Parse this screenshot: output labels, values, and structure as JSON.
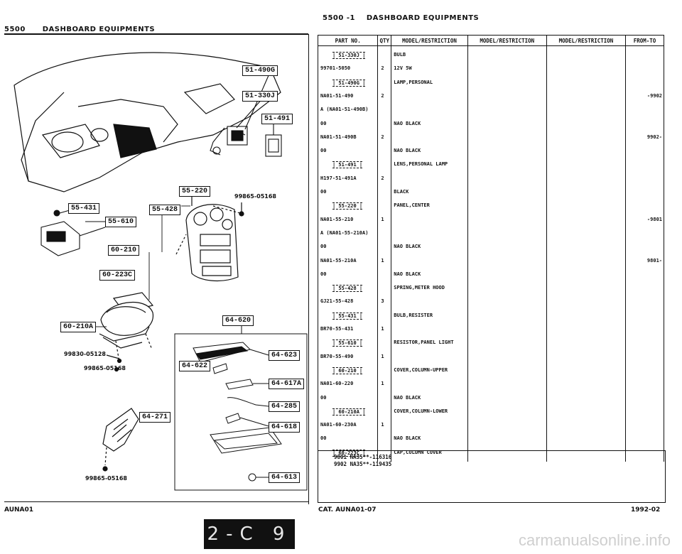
{
  "top_left_heading": {
    "code": "5500",
    "title": "DASHBOARD EQUIPMENTS"
  },
  "top_right_heading": {
    "code": "5500 -1",
    "title": "DASHBOARD EQUIPMENTS"
  },
  "table": {
    "headers": [
      "PART NO.",
      "QTY",
      "MODEL/RESTRICTION",
      "MODEL/RESTRICTION",
      "MODEL/RESTRICTION",
      "FROM-TO"
    ],
    "rows": [
      {
        "part": "| 51-330J |",
        "boxed": true,
        "qty": "",
        "desc": "BULB",
        "from_to": ""
      },
      {
        "part": "99701-5050",
        "boxed": false,
        "qty": "2",
        "desc": "12V 5W",
        "from_to": ""
      },
      {
        "part": "| 51-490G |",
        "boxed": true,
        "qty": "",
        "desc": "LAMP,PERSONAL",
        "from_to": ""
      },
      {
        "part": "NA01-51-490",
        "boxed": false,
        "qty": "2",
        "desc": "",
        "from_to": "-9902"
      },
      {
        "part": "A (NA01-51-490B)",
        "boxed": false,
        "qty": "",
        "desc": "",
        "from_to": ""
      },
      {
        "part": "00",
        "boxed": false,
        "qty": "",
        "desc": "NAO BLACK",
        "from_to": ""
      },
      {
        "part": "NA01-51-490B",
        "boxed": false,
        "qty": "2",
        "desc": "",
        "from_to": "9902-"
      },
      {
        "part": "00",
        "boxed": false,
        "qty": "",
        "desc": "NAO BLACK",
        "from_to": ""
      },
      {
        "part": "| 51-491 |",
        "boxed": true,
        "qty": "",
        "desc": "LENS,PERSONAL LAMP",
        "from_to": ""
      },
      {
        "part": "H197-51-491A",
        "boxed": false,
        "qty": "2",
        "desc": "",
        "from_to": ""
      },
      {
        "part": "00",
        "boxed": false,
        "qty": "",
        "desc": "BLACK",
        "from_to": ""
      },
      {
        "part": "| 55-220 |",
        "boxed": true,
        "qty": "",
        "desc": "PANEL,CENTER",
        "from_to": ""
      },
      {
        "part": "NA01-55-210",
        "boxed": false,
        "qty": "1",
        "desc": "",
        "from_to": "-9801"
      },
      {
        "part": "A (NA01-55-210A)",
        "boxed": false,
        "qty": "",
        "desc": "",
        "from_to": ""
      },
      {
        "part": "00",
        "boxed": false,
        "qty": "",
        "desc": "NAO BLACK",
        "from_to": ""
      },
      {
        "part": "NA01-55-210A",
        "boxed": false,
        "qty": "1",
        "desc": "",
        "from_to": "9801-"
      },
      {
        "part": "00",
        "boxed": false,
        "qty": "",
        "desc": "NAO BLACK",
        "from_to": ""
      },
      {
        "part": "| 55-428 |",
        "boxed": true,
        "qty": "",
        "desc": "SPRING,METER HOOD",
        "from_to": ""
      },
      {
        "part": "GJ21-55-428",
        "boxed": false,
        "qty": "3",
        "desc": "",
        "from_to": ""
      },
      {
        "part": "| 55-431 |",
        "boxed": true,
        "qty": "",
        "desc": "BULB,RESISTER",
        "from_to": ""
      },
      {
        "part": "BR70-55-431",
        "boxed": false,
        "qty": "1",
        "desc": "",
        "from_to": ""
      },
      {
        "part": "| 55-610 |",
        "boxed": true,
        "qty": "",
        "desc": "RESISTOR,PANEL LIGHT",
        "from_to": ""
      },
      {
        "part": "BR70-55-490",
        "boxed": false,
        "qty": "1",
        "desc": "",
        "from_to": ""
      },
      {
        "part": "| 60-210 |",
        "boxed": true,
        "qty": "",
        "desc": "COVER,COLUMN-UPPER",
        "from_to": ""
      },
      {
        "part": "NA01-60-220",
        "boxed": false,
        "qty": "1",
        "desc": "",
        "from_to": ""
      },
      {
        "part": "00",
        "boxed": false,
        "qty": "",
        "desc": "NAO BLACK",
        "from_to": ""
      },
      {
        "part": "| 60-210A |",
        "boxed": true,
        "qty": "",
        "desc": "COVER,COLUMN-LOWER",
        "from_to": ""
      },
      {
        "part": "NA01-60-230A",
        "boxed": false,
        "qty": "1",
        "desc": "",
        "from_to": ""
      },
      {
        "part": "00",
        "boxed": false,
        "qty": "",
        "desc": "NAO BLACK",
        "from_to": ""
      },
      {
        "part": "| 60-223C |",
        "boxed": true,
        "qty": "",
        "desc": "CAP,COLUMN COVER",
        "from_to": ""
      }
    ],
    "footnotes": [
      "9801 NA35**-116316",
      "9902 NA35**-119435"
    ]
  },
  "diagram_labels": {
    "t51_490g": "51-490G",
    "t51_330j": "51-330J",
    "t51_491": "51-491",
    "t55_220": "55-220",
    "r99865_05168_a": "99865-05168",
    "t55_431": "55-431",
    "t55_428": "55-428",
    "t55_610": "55-610",
    "t60_210": "60-210",
    "t60_223c": "60-223C",
    "t60_210a": "60-210A",
    "r99830_05128": "99830-05128",
    "r99865_05168_b": "99865-05168",
    "t64_620": "64-620",
    "t64_622": "64-622",
    "t64_623": "64-623",
    "t64_617a": "64-617A",
    "t64_285": "64-285",
    "t64_618": "64-618",
    "t64_613": "64-613",
    "t64_271": "64-271",
    "r99865_05168_c": "99865-05168"
  },
  "bottom": {
    "left_code": "AUNA01",
    "catalog": "CAT. AUNA01-07",
    "date": "1992-02",
    "page_marker": "2-C 9",
    "watermark": "carmanualsonline.info"
  }
}
